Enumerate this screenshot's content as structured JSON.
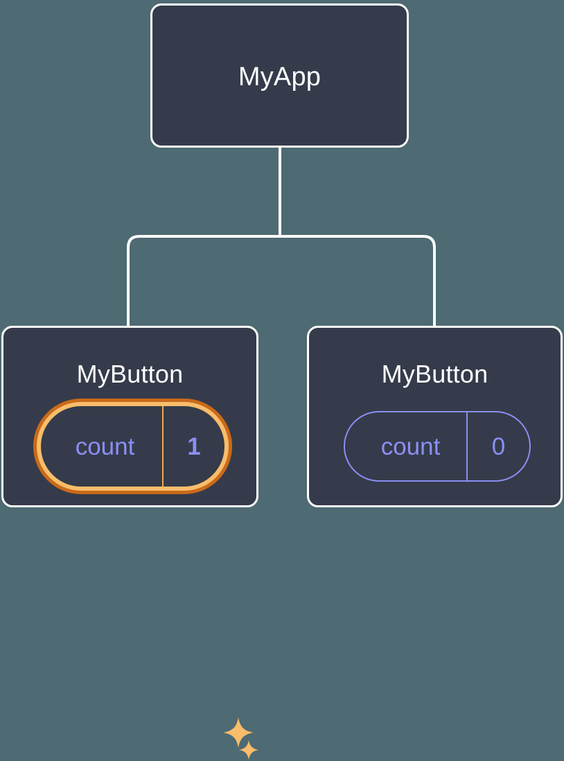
{
  "diagram": {
    "type": "component-tree",
    "title_text": "React component tree with local state",
    "background_color": "#4e6a72",
    "node_fill_color": "#353b4a",
    "node_border_color": "#ffffff",
    "connector_color": "#ffffff",
    "state_color": "#8b8ff5",
    "highlight_outer_color": "#c96a1a",
    "highlight_inner_color": "#f9bd6b"
  },
  "root": {
    "label": "MyApp"
  },
  "children": [
    {
      "label": "MyButton",
      "highlighted": true,
      "state": {
        "name": "count",
        "value": "1"
      },
      "sparkles": [
        {
          "name": "sparkle-large"
        },
        {
          "name": "sparkle-small"
        }
      ]
    },
    {
      "label": "MyButton",
      "highlighted": false,
      "state": {
        "name": "count",
        "value": "0"
      }
    }
  ]
}
